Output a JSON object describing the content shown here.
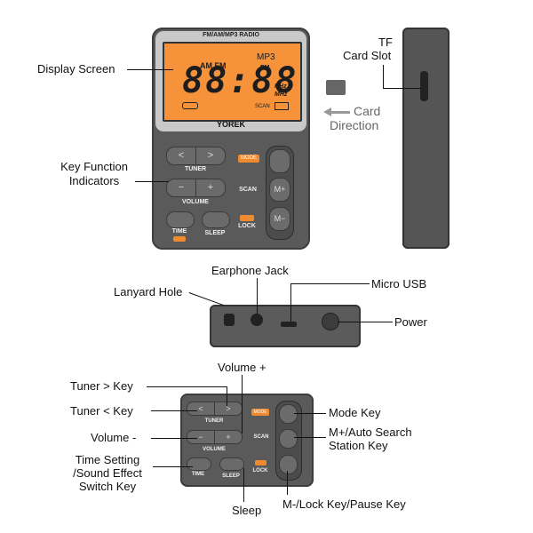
{
  "radio": {
    "brand_header": "FM/AM/MP3 RADIO",
    "brand": "YOREK",
    "display": {
      "band": "AM FM",
      "mode": "MP3",
      "pm": "PM",
      "digits": "88:88",
      "units_top": "KHz",
      "units_bottom": "MHz",
      "scan": "SCAN"
    },
    "keys": {
      "tuner_label": "TUNER",
      "volume_label": "VOLUME",
      "scan_label": "SCAN",
      "mode_label": "MODE",
      "time_label": "TIME",
      "sleep_label": "SLEEP",
      "lock_label": "LOCK",
      "tuner_left": "<",
      "tuner_right": ">",
      "vol_minus": "−",
      "vol_plus": "+",
      "m_plus": "M+",
      "m_minus": "M−"
    }
  },
  "callouts": {
    "display_screen": "Display Screen",
    "key_function_1": "Key Function",
    "key_function_2": "Indicators",
    "tf_1": "TF",
    "tf_2": "Card Slot",
    "card_1": "Card",
    "card_2": "Direction",
    "earphone": "Earphone Jack",
    "lanyard": "Lanyard Hole",
    "micro_usb": "Micro USB",
    "power": "Power",
    "volume_plus": "Volume +",
    "tuner_gt": "Tuner > Key",
    "tuner_lt": "Tuner < Key",
    "volume_minus": "Volume -",
    "time_1": "Time Setting",
    "time_2": "/Sound Effect",
    "time_3": "Switch Key",
    "sleep": "Sleep",
    "mode_key": "Mode Key",
    "mplus_1": "M+/Auto Search",
    "mplus_2": "Station Key",
    "mminus": "M-/Lock Key/Pause Key"
  }
}
